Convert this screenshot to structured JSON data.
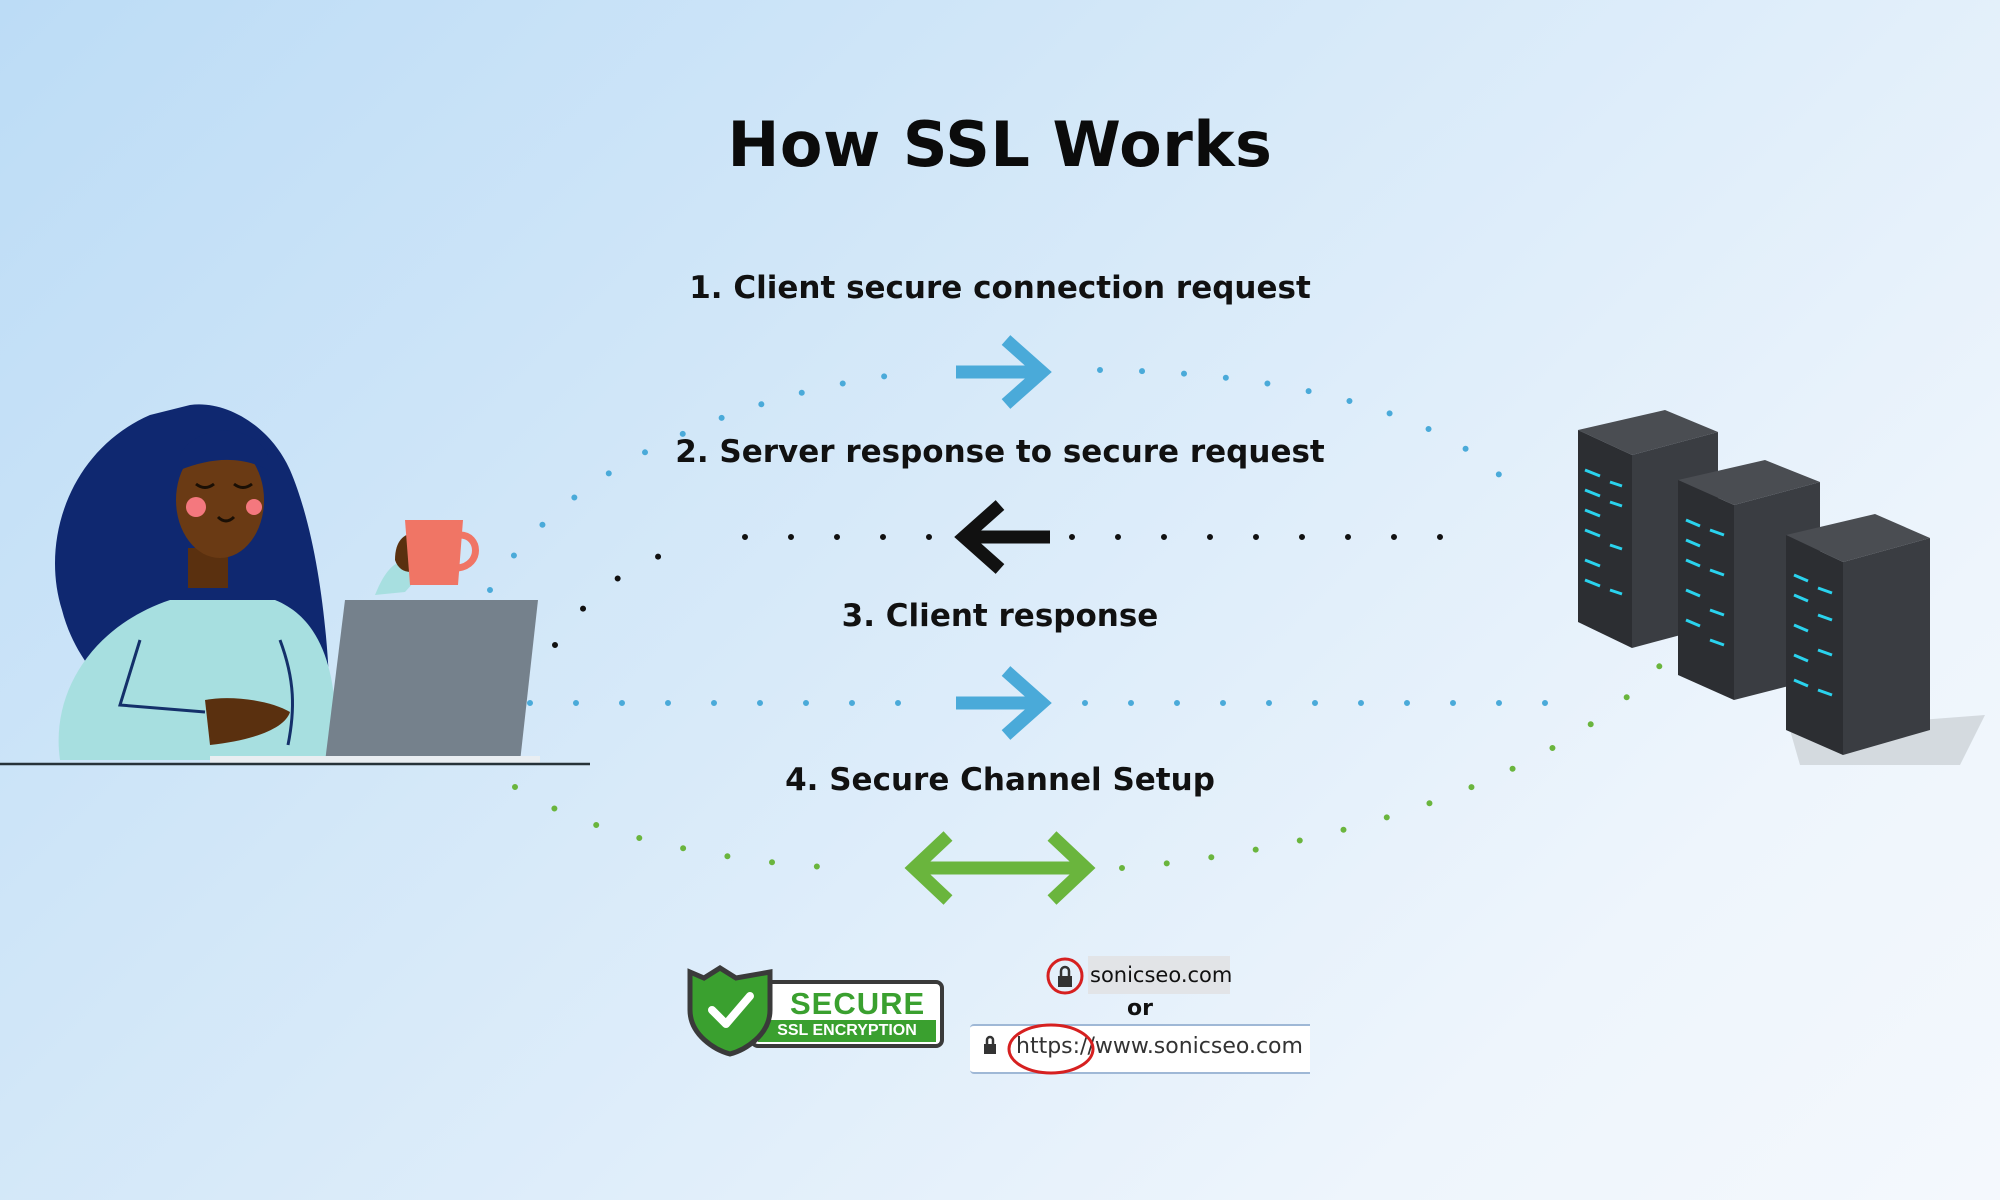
{
  "title": "How SSL Works",
  "steps": [
    {
      "label": "1. Client secure connection request"
    },
    {
      "label": "2. Server response to secure request"
    },
    {
      "label": "3. Client response"
    },
    {
      "label": "4. Secure Channel Setup"
    }
  ],
  "badge": {
    "top": "SECURE",
    "bottom": "SSL ENCRYPTION"
  },
  "address": {
    "short_url": "sonicseo.com",
    "separator": "or",
    "full_url": "https://www.sonicseo.com"
  },
  "colors": {
    "blue_arrow": "#4aaad9",
    "black_arrow": "#111111",
    "green_arrow": "#6ab53d",
    "highlight_circle": "#d62020"
  },
  "icons": [
    "person-at-laptop-icon",
    "server-rack-icon",
    "lock-icon",
    "check-shield-icon"
  ]
}
